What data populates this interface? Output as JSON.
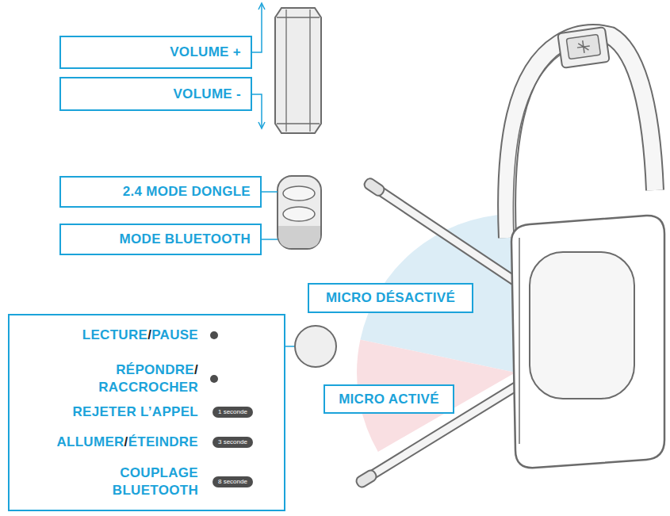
{
  "diagram": {
    "nodes": [
      {
        "text": [
          "VOLUME +"
        ]
      },
      {
        "text": [
          "VOLUME -"
        ]
      },
      {
        "text": [
          "2.4 MODE DONGLE"
        ]
      },
      {
        "text": [
          "MODE BLUETOOTH"
        ]
      },
      {
        "text": [
          "MICRO DÉSACTIVÉ"
        ]
      },
      {
        "text": [
          "LECTURE/PAUSE",
          "RÉPONDRE/ RACCROCHER",
          "REJETER L’APPEL",
          "ALLUMER/ÉTEINDRE",
          "COUPLAGE BLUETOOTH"
        ]
      },
      {
        "text": [
          "1 seconde"
        ],
        "in": 5
      },
      {
        "text": [
          "3 seconde"
        ],
        "in": 5
      },
      {
        "text": [
          "8 seconde"
        ],
        "in": 5
      },
      {
        "text": [
          "MICRO ACTIVÉ"
        ]
      }
    ]
  }
}
